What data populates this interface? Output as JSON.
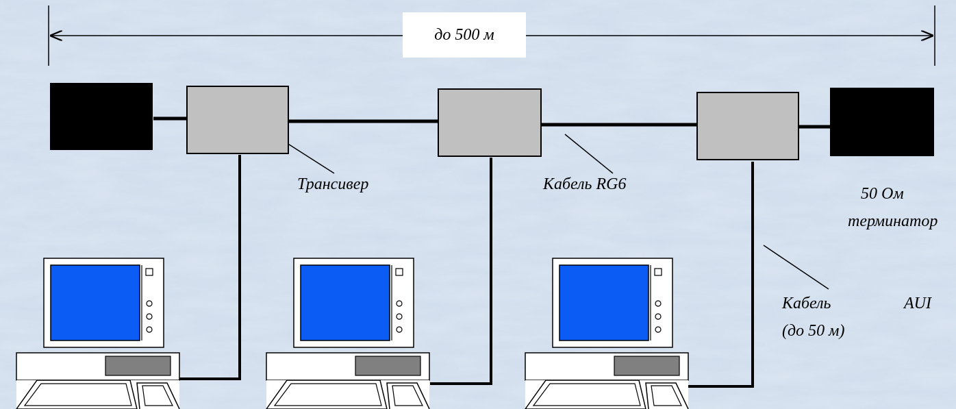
{
  "dimension": {
    "label": "до 500 м"
  },
  "labels": {
    "transceiver": "Трансивер",
    "cable_rg6": "Кабель RG6",
    "terminator_line1": "50 Ом",
    "terminator_line2": "терминатор",
    "aui_cable_line1": "Кабель",
    "aui_cable_suffix": "AUI",
    "aui_cable_line2": "(до 50 м)"
  },
  "colors": {
    "background": "#cddcee",
    "terminator": "#000000",
    "transceiver": "#c0c0c0",
    "screen": "#0a5cf5",
    "drive": "#808080"
  },
  "icons": [
    "terminator-icon",
    "transceiver-icon",
    "computer-icon"
  ]
}
